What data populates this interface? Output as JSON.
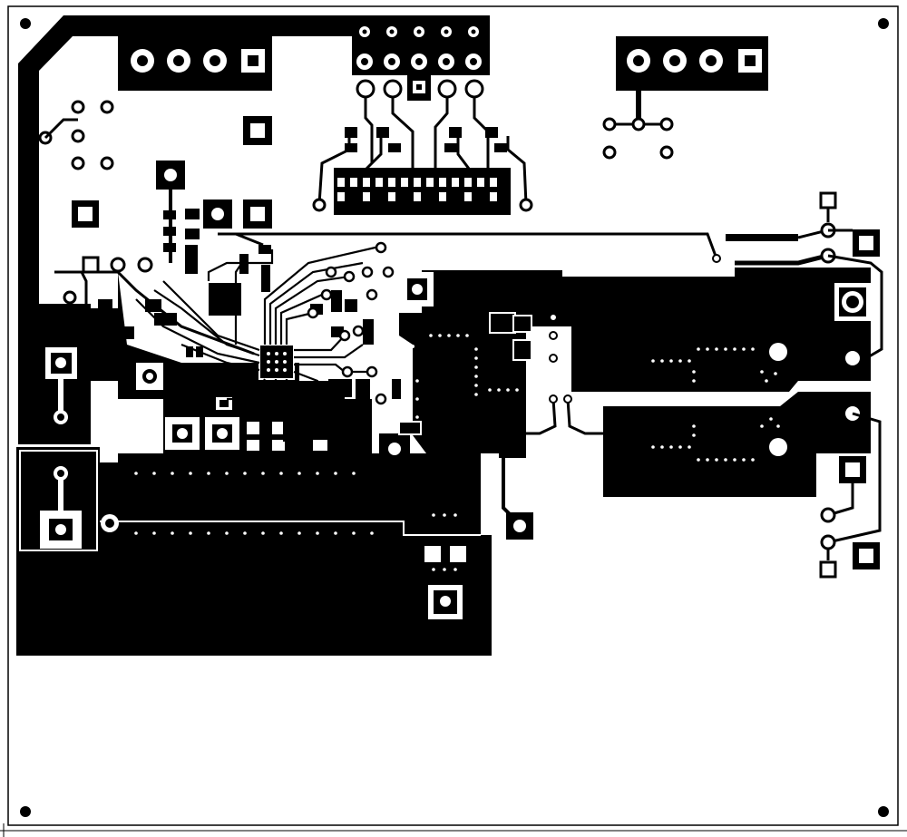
{
  "board": {
    "layer": "bottom copper",
    "copper_color": "#000000",
    "substrate_color": "#ffffff",
    "mounting_holes": [
      "mounting-hole-top-left",
      "mounting-hole-top-right",
      "mounting-hole-bottom-left",
      "mounting-hole-bottom-right"
    ],
    "connectors": [
      "header-4pin-top-left",
      "header-2x5-top-center",
      "header-4pin-top-right"
    ],
    "regions": [
      "ground-pour-left",
      "ground-pour-bottom",
      "power-pour-right-upper",
      "power-pour-right-lower"
    ]
  }
}
